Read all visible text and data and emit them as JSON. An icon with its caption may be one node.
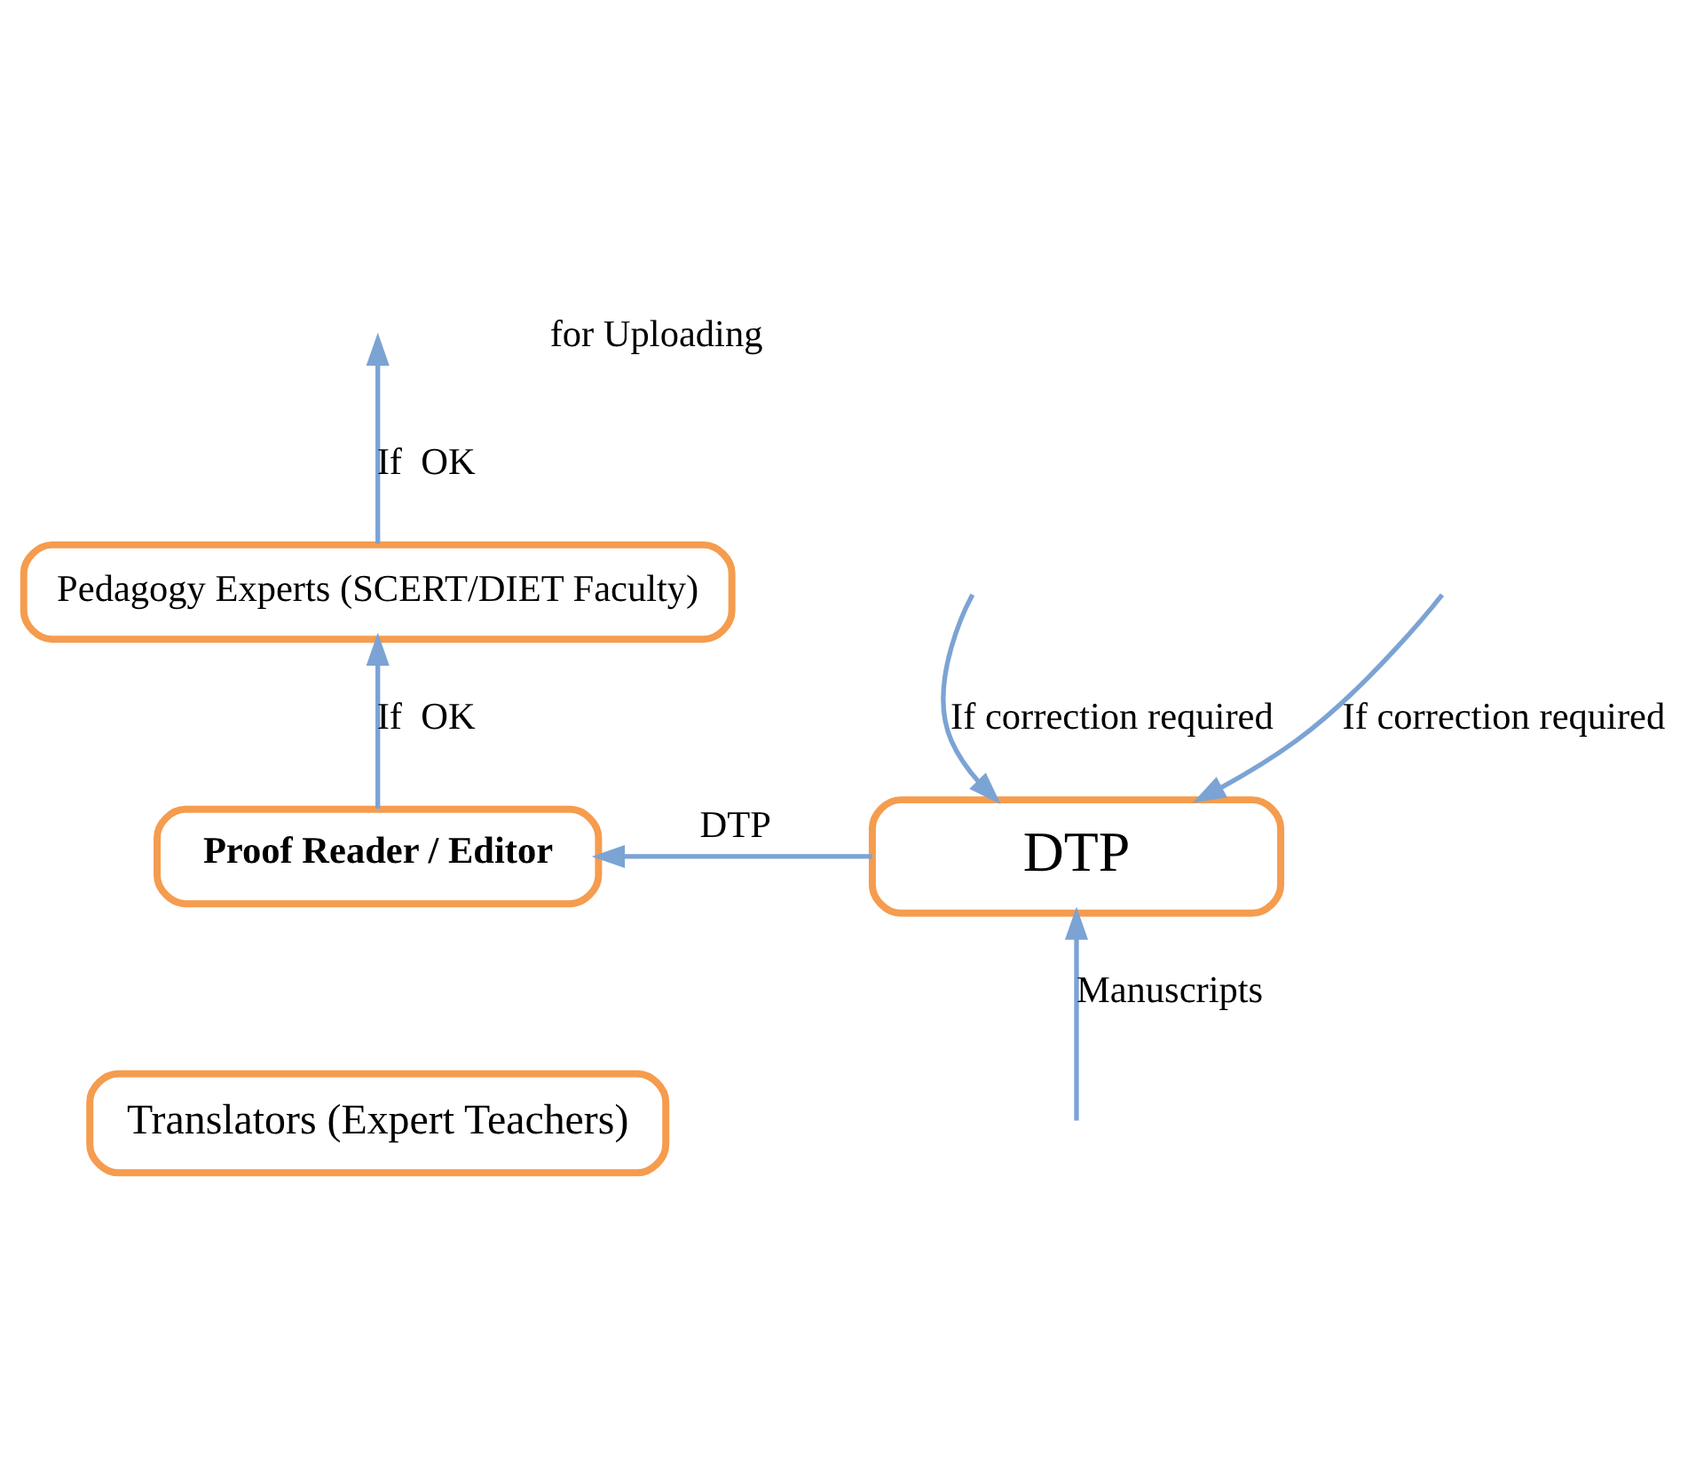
{
  "diagram": {
    "nodes": [
      {
        "text": [
          "Pedagogy Experts (SCERT/DIET Faculty)"
        ]
      },
      {
        "text": [
          "Proof Reader / Editor"
        ]
      },
      {
        "text": [
          "DTP"
        ]
      },
      {
        "text": [
          "Translators (Expert Teachers)"
        ]
      }
    ],
    "edges": [
      {
        "from": 0,
        "to": null,
        "arrow": "to",
        "label": "If  OK"
      },
      {
        "from": 1,
        "to": 0,
        "arrow": "to",
        "label": "If  OK"
      },
      {
        "from": 2,
        "to": 1,
        "arrow": "to",
        "label": "DTP"
      },
      {
        "from": null,
        "to": 2,
        "arrow": "to",
        "label": "If correction required"
      },
      {
        "from": null,
        "to": 2,
        "arrow": "to",
        "label": "If correction required"
      },
      {
        "from": null,
        "to": 2,
        "arrow": "to",
        "label": "Manuscripts"
      }
    ],
    "labels": [
      "for Uploading"
    ]
  }
}
